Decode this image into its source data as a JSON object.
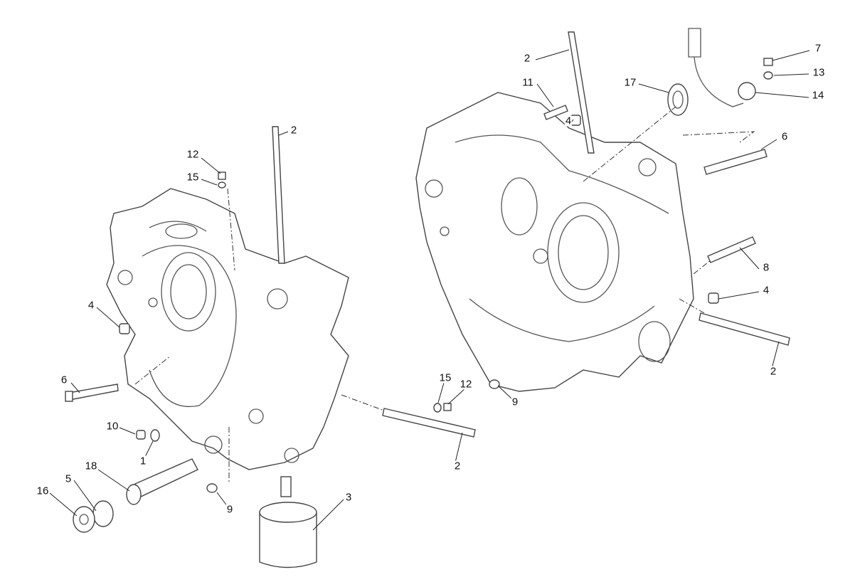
{
  "diagram": {
    "title": "Crankcase halves exploded view",
    "callouts": [
      {
        "label": "2"
      },
      {
        "label": "12"
      },
      {
        "label": "15"
      },
      {
        "label": "4"
      },
      {
        "label": "6"
      },
      {
        "label": "10"
      },
      {
        "label": "1"
      },
      {
        "label": "18"
      },
      {
        "label": "5"
      },
      {
        "label": "16"
      },
      {
        "label": "9"
      },
      {
        "label": "3"
      },
      {
        "label": "2"
      },
      {
        "label": "15"
      },
      {
        "label": "12"
      },
      {
        "label": "9"
      },
      {
        "label": "2"
      },
      {
        "label": "4"
      },
      {
        "label": "8"
      },
      {
        "label": "6"
      },
      {
        "label": "14"
      },
      {
        "label": "13"
      },
      {
        "label": "7"
      },
      {
        "label": "17"
      },
      {
        "label": "11"
      },
      {
        "label": "4"
      },
      {
        "label": "2"
      }
    ]
  }
}
